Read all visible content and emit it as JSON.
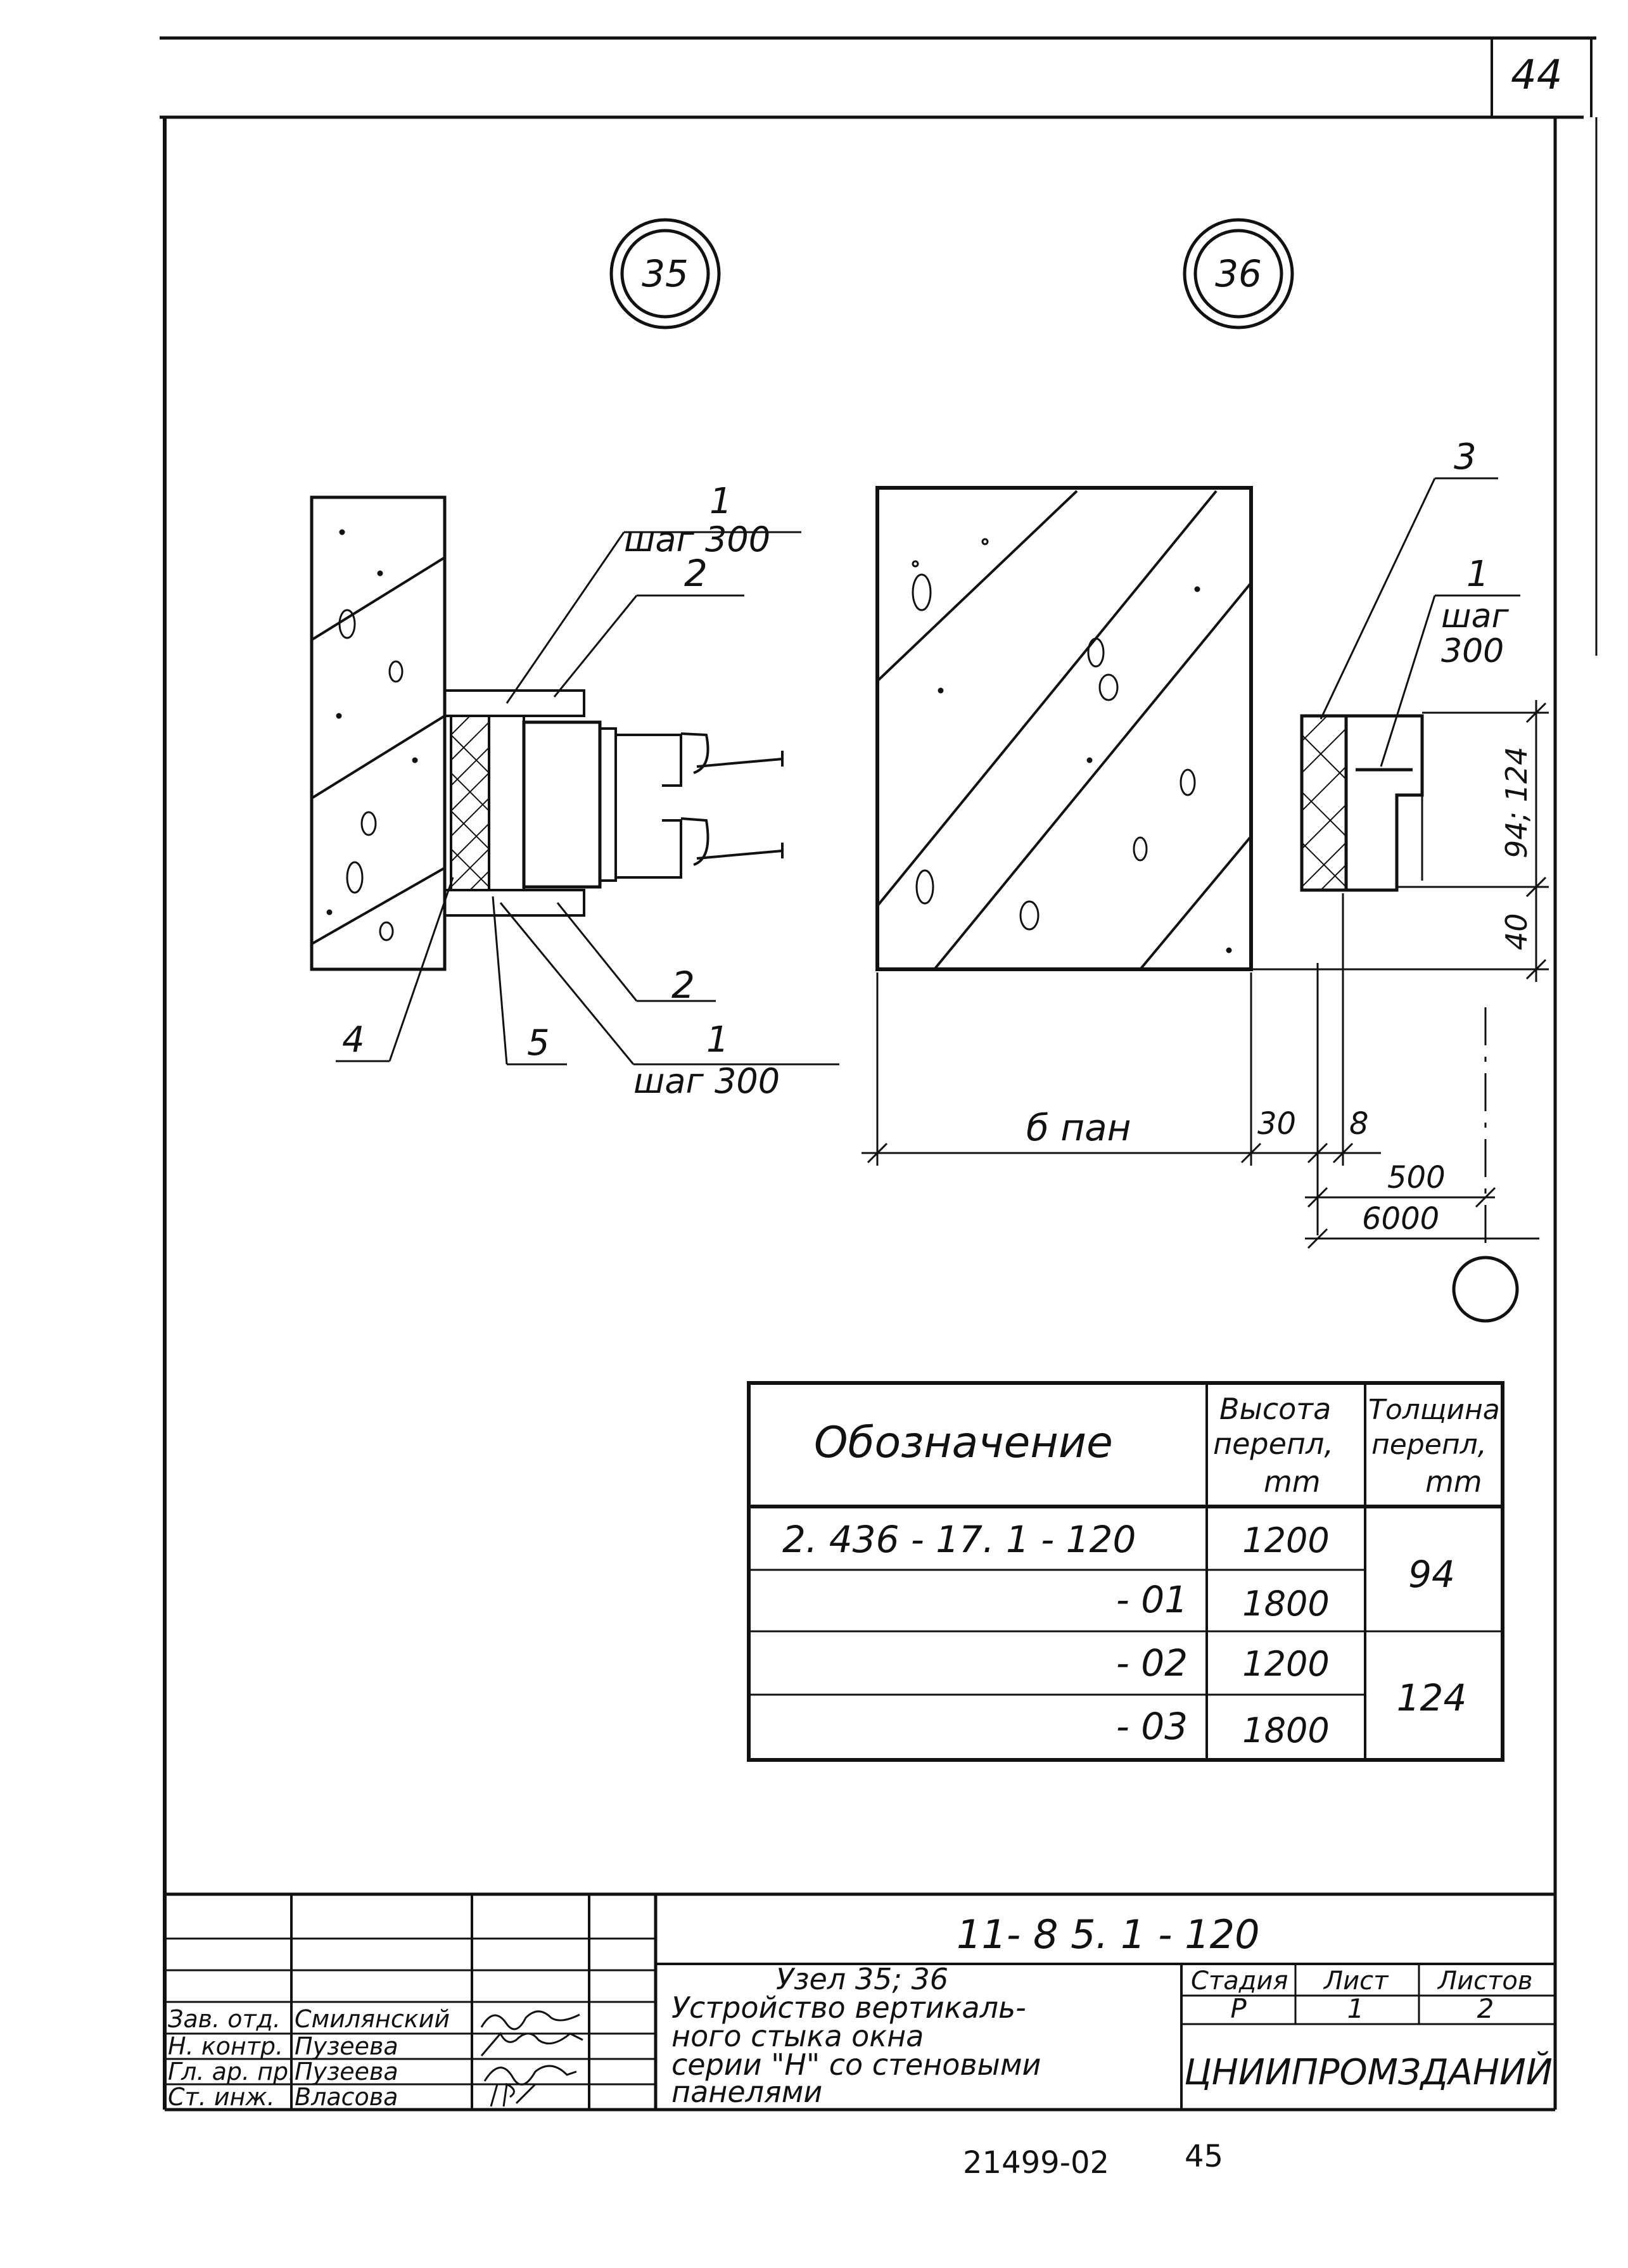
{
  "sheet": {
    "page_number": "44",
    "footer_code": "21499-02",
    "footer_page": "45"
  },
  "nodes": {
    "left_marker": "35",
    "right_marker": "36"
  },
  "node35": {
    "callout_1_top": "1",
    "callout_1_top_pitch": "шаг 300",
    "callout_2_top": "2",
    "callout_2_bottom": "2",
    "callout_1_bottom": "1",
    "callout_1_bottom_pitch": "шаг 300",
    "callout_4": "4",
    "callout_5": "5"
  },
  "node36": {
    "callout_3": "3",
    "callout_1": "1",
    "callout_1_pitch_a": "шаг",
    "callout_1_pitch_b": "300",
    "dim_height": "94; 124",
    "dim_40": "40",
    "dim_panel": "б пан",
    "dim_30": "30",
    "dim_8": "8",
    "dim_500": "500",
    "dim_6000": "6000"
  },
  "spec_table": {
    "headers": {
      "designation": "Обозначение",
      "height": [
        "Высота",
        "перепл,",
        "mm"
      ],
      "thickness": [
        "Толщина",
        "перепл,",
        "mm"
      ]
    },
    "rows": [
      {
        "designation": "2. 436 - 17. 1 -  120",
        "height": "1200"
      },
      {
        "designation": "- 01",
        "height": "1800"
      },
      {
        "designation": "- 02",
        "height": "1200"
      },
      {
        "designation": "- 03",
        "height": "1800"
      }
    ],
    "thickness_groups": [
      "94",
      "124"
    ]
  },
  "title_block": {
    "doc_code": "11- 8 5. 1 - 120",
    "title_lines": [
      "Узел 35; 36",
      "Устройство  вертикаль-",
      "ного стыка    окна",
      "серии \"Н\" со   стеновыми",
      "панелями"
    ],
    "stage_label": "Стадия",
    "sheet_label": "Лист",
    "sheets_label": "Листов",
    "stage_value": "Р",
    "sheet_value": "1",
    "sheets_value": "2",
    "organization": "ЦНИИПРОМЗДАНИЙ",
    "staff": [
      {
        "role": "Зав. отд.",
        "name": "Смилянский"
      },
      {
        "role": "Н. контр.",
        "name": "Пузеева"
      },
      {
        "role": "Гл. ар. пр.",
        "name": "Пузеева"
      },
      {
        "role": "Ст. инж.",
        "name": "Власова"
      }
    ]
  }
}
